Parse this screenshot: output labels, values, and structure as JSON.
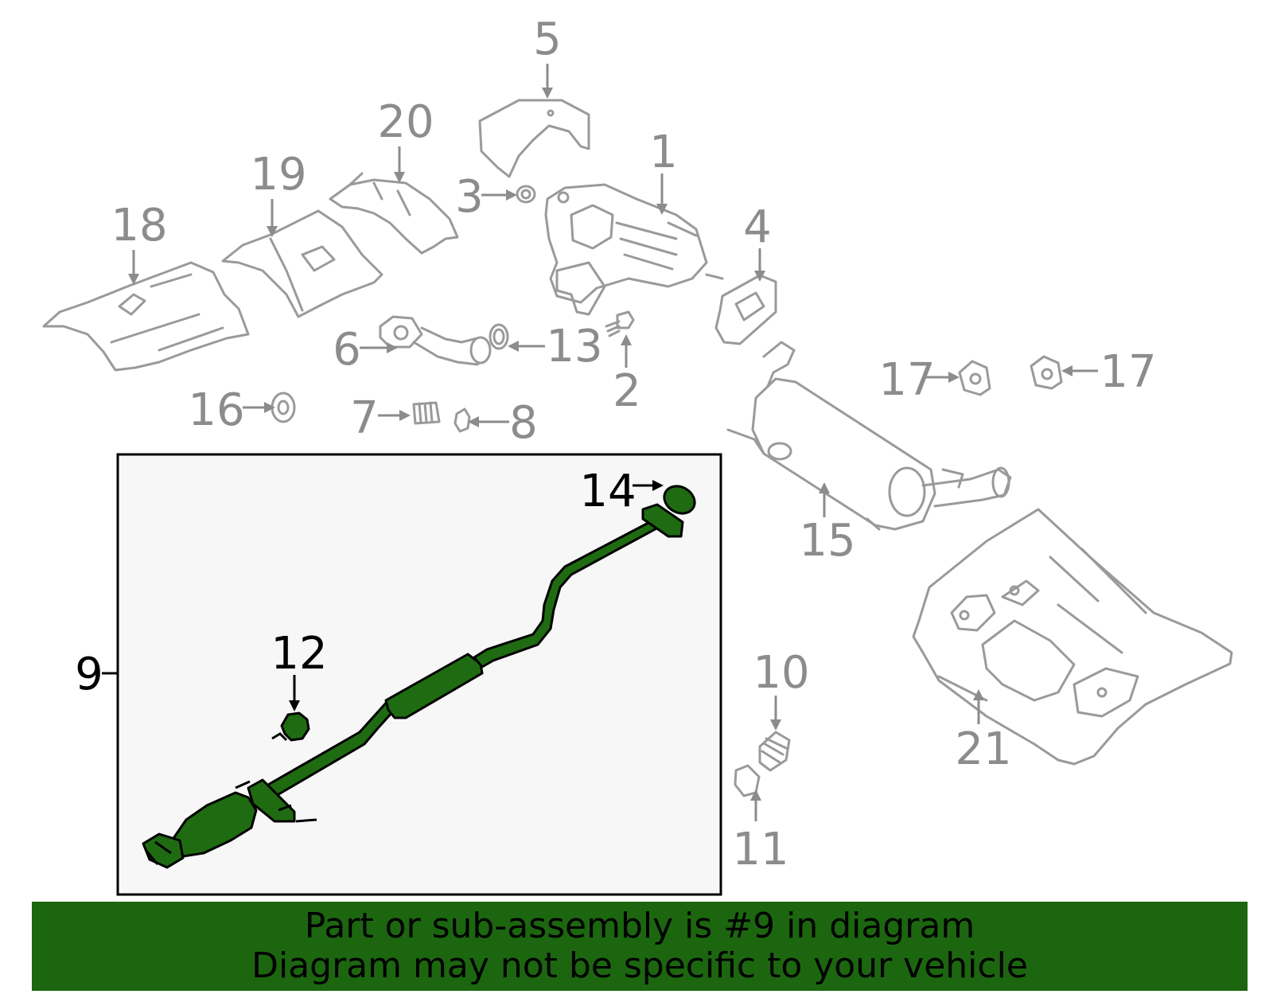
{
  "diagram": {
    "highlighted_part": "9",
    "callouts": [
      {
        "id": "1",
        "label": "1"
      },
      {
        "id": "2",
        "label": "2"
      },
      {
        "id": "3",
        "label": "3"
      },
      {
        "id": "4",
        "label": "4"
      },
      {
        "id": "5",
        "label": "5"
      },
      {
        "id": "6",
        "label": "6"
      },
      {
        "id": "7",
        "label": "7"
      },
      {
        "id": "8",
        "label": "8"
      },
      {
        "id": "9",
        "label": "9"
      },
      {
        "id": "10",
        "label": "10"
      },
      {
        "id": "11",
        "label": "11"
      },
      {
        "id": "12",
        "label": "12"
      },
      {
        "id": "13",
        "label": "13"
      },
      {
        "id": "14",
        "label": "14"
      },
      {
        "id": "15",
        "label": "15"
      },
      {
        "id": "16",
        "label": "16"
      },
      {
        "id": "17a",
        "label": "17"
      },
      {
        "id": "17b",
        "label": "17"
      },
      {
        "id": "18",
        "label": "18"
      },
      {
        "id": "19",
        "label": "19"
      },
      {
        "id": "20",
        "label": "20"
      },
      {
        "id": "21",
        "label": "21"
      }
    ],
    "colors": {
      "highlight": "#1f6b12",
      "banner": "#1c6610",
      "parts": "#9a9a9a"
    }
  },
  "banner": {
    "line1": "Part or sub-assembly is #9 in diagram",
    "line2": "Diagram may not be specific to your vehicle"
  }
}
